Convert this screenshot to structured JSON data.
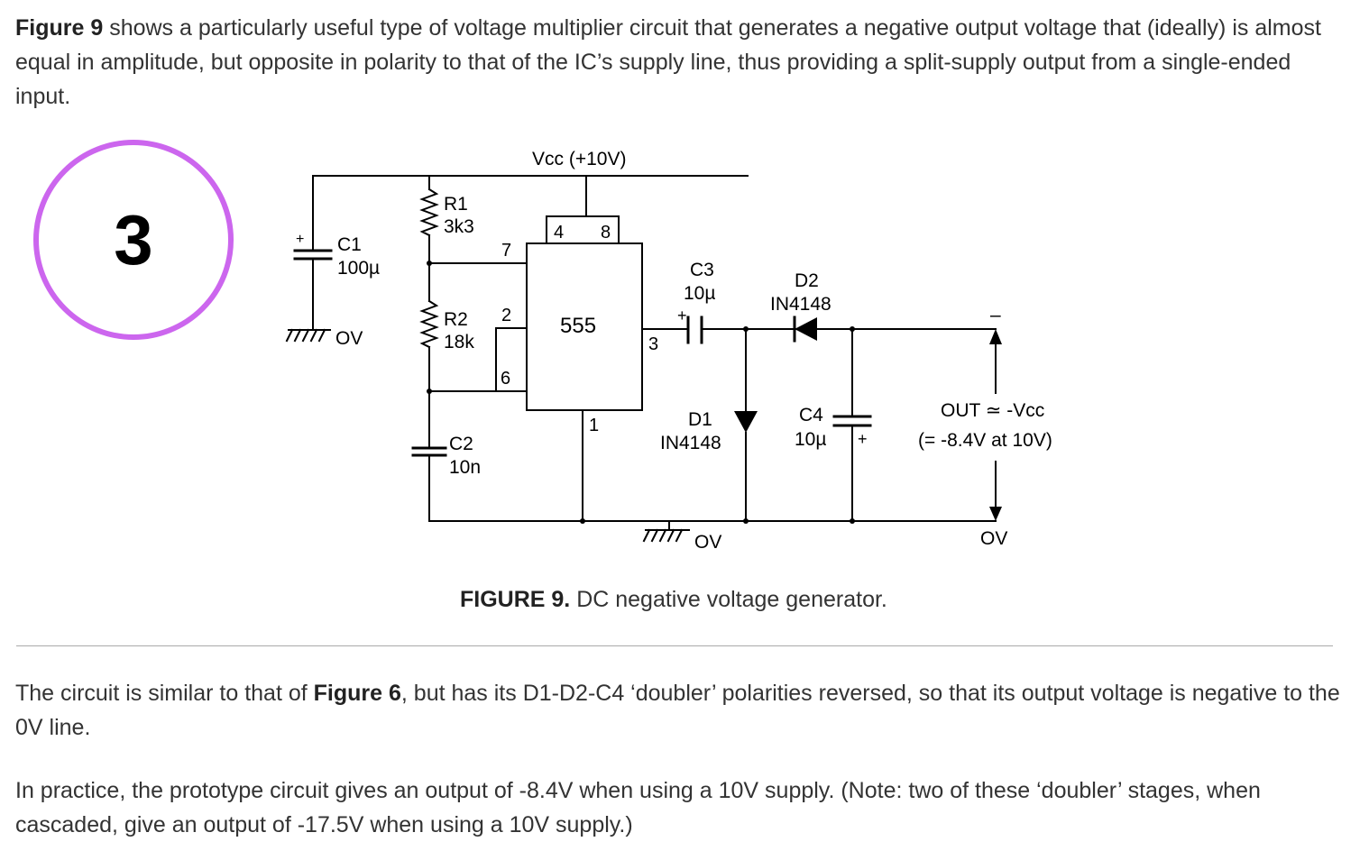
{
  "intro": {
    "figure_ref": "Figure 9",
    "text": " shows a particularly useful type of voltage multiplier circuit that generates a negative output voltage that (ideally) is almost equal in amplitude, but opposite in polarity to that of the IC’s supply line, thus providing a split-supply output from a single-ended input."
  },
  "step_badge": "3",
  "figure": {
    "labels": {
      "vcc": "Vcc (+10V)",
      "r1_name": "R1",
      "r1_value": "3k3",
      "c1_name": "C1",
      "c1_value": "100µ",
      "c1_plus": "+",
      "ground_left": "OV",
      "r2_name": "R2",
      "r2_value": "18k",
      "pin_7": "7",
      "pin_2": "2",
      "pin_6": "6",
      "pin_4": "4",
      "pin_8": "8",
      "pin_3": "3",
      "pin_1": "1",
      "ic": "555",
      "c3_name": "C3",
      "c3_value": "10µ",
      "c3_plus": "+",
      "d2_name": "D2",
      "d2_value": "IN4148",
      "d1_name": "D1",
      "d1_value": "IN4148",
      "c4_name": "C4",
      "c4_value": "10µ",
      "c4_plus": "+",
      "c2_name": "C2",
      "c2_value": "10n",
      "ground_mid": "OV",
      "out_minus": "–",
      "out_label": "OUT ≃ -Vcc",
      "out_value": "(= -8.4V at 10V)",
      "ground_right": "OV"
    },
    "caption_bold": "FIGURE 9.",
    "caption_text": " DC negative voltage generator."
  },
  "body": {
    "p2_before": "The circuit is similar to that of ",
    "p2_ref": "Figure 6",
    "p2_after": ", but has its D1-D2-C4 ‘doubler’ polarities reversed, so that its output voltage is negative to the 0V line.",
    "p3": "In practice, the prototype circuit gives an output of -8.4V when using a 10V supply. (Note: two of these ‘doubler’ stages, when cascaded, give an output of -17.5V when using a 10V supply.)"
  }
}
